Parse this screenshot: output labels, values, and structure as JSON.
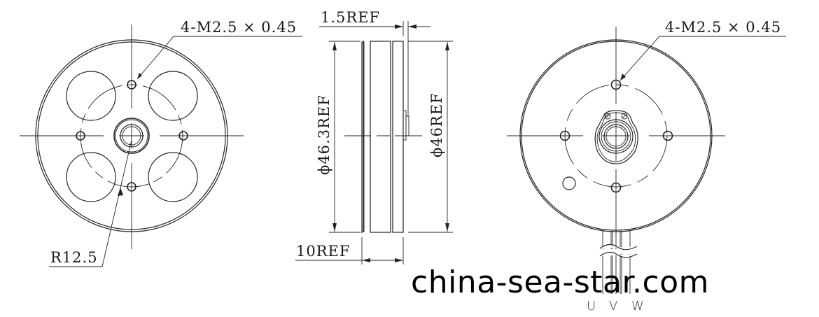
{
  "drawing": {
    "type": "motor outline dimension drawing",
    "views": {
      "front_view": {
        "callout_thread": "4-M2.5 × 0.45",
        "callout_radius": "R12.5"
      },
      "side_view": {
        "dim_top": "1.5REF",
        "dim_left_diameter": "ϕ46.3REF",
        "dim_right_diameter": "ϕ46REF",
        "dim_bottom": "10REF"
      },
      "rear_view": {
        "callout_thread": "4-M2.5 × 0.45",
        "wire_labels": [
          "U",
          "V",
          "W"
        ]
      }
    }
  },
  "watermark": {
    "text": "china-sea-star.com"
  }
}
